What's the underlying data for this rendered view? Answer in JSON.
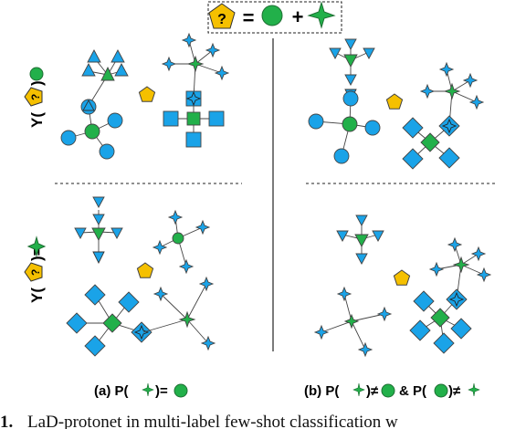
{
  "legend": {
    "q": "?",
    "eq": "=",
    "plus": "+"
  },
  "row_top_label": {
    "y": "Y(",
    "q": "?",
    "close": ")="
  },
  "row_bottom_label": {
    "y": "Y(",
    "q": "?",
    "close": ")="
  },
  "captions": {
    "a": {
      "prefix": "(a) P(",
      "suffix": ")="
    },
    "b": {
      "prefix": "(b) P(",
      "mid1": ")≠",
      "mid2": "& P(",
      "mid3": ")≠"
    }
  },
  "paper_caption": {
    "number": "1.",
    "text": "LaD-protonet in multi-label few-shot classification w"
  },
  "colors": {
    "green": "#22b04a",
    "blue": "#1aa3e8",
    "yellow": "#f5c000",
    "line": "#444444"
  }
}
